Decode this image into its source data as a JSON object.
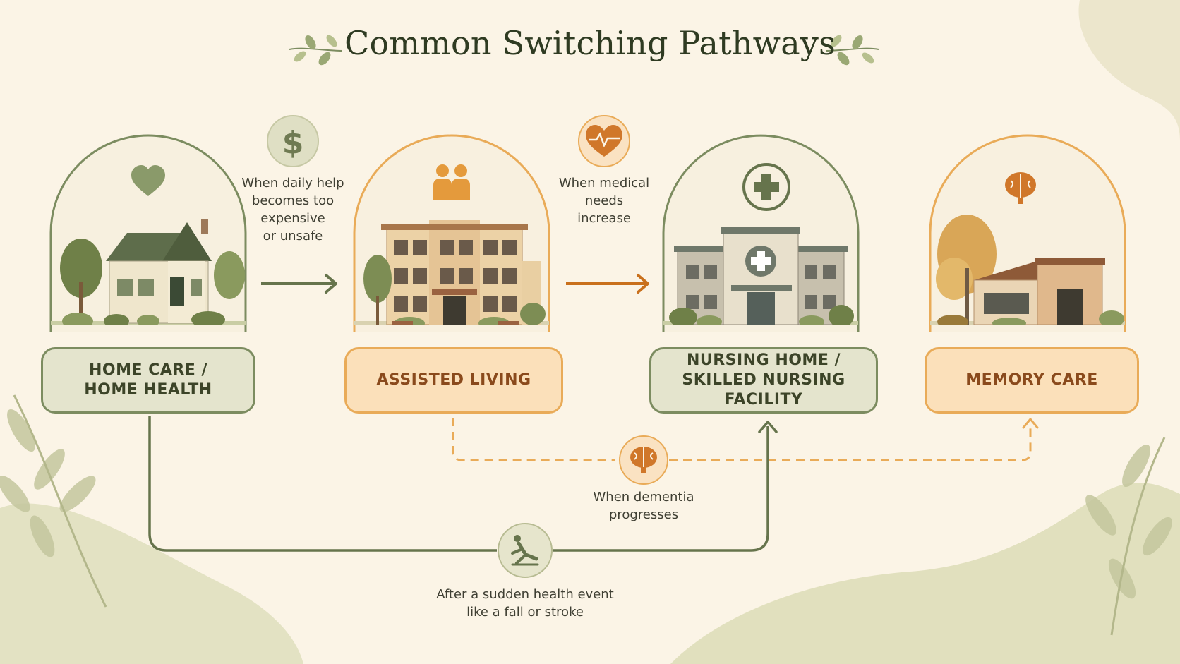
{
  "title": "Common Switching Pathways",
  "colors": {
    "background": "#fbf4e6",
    "green": "#7c8c60",
    "dark_green": "#66744c",
    "orange": "#e9ab58",
    "dark_orange": "#c9701c"
  },
  "stages": [
    {
      "label_line1": "HOME CARE /",
      "label_line2": "HOME HEALTH",
      "icon": "heart-icon",
      "scene": "house"
    },
    {
      "label_line1": "ASSISTED LIVING",
      "label_line2": "",
      "icon": "people-icon",
      "scene": "apartment-building"
    },
    {
      "label_line1": "NURSING HOME /",
      "label_line2": "SKILLED NURSING FACILITY",
      "icon": "medical-cross-icon",
      "scene": "hospital"
    },
    {
      "label_line1": "MEMORY CARE",
      "label_line2": "",
      "icon": "brain-icon",
      "scene": "care-home"
    }
  ],
  "transitions": [
    {
      "icon": "dollar-icon",
      "line1": "When daily help",
      "line2": "becomes too",
      "line3": "expensive",
      "line4": "or unsafe"
    },
    {
      "icon": "heartbeat-icon",
      "line1": "When medical",
      "line2": "needs",
      "line3": "increase"
    },
    {
      "icon": "brain-icon",
      "line1": "When dementia",
      "line2": "progresses"
    },
    {
      "icon": "fall-icon",
      "line1": "After a sudden health event",
      "line2": "like a fall or stroke"
    }
  ]
}
